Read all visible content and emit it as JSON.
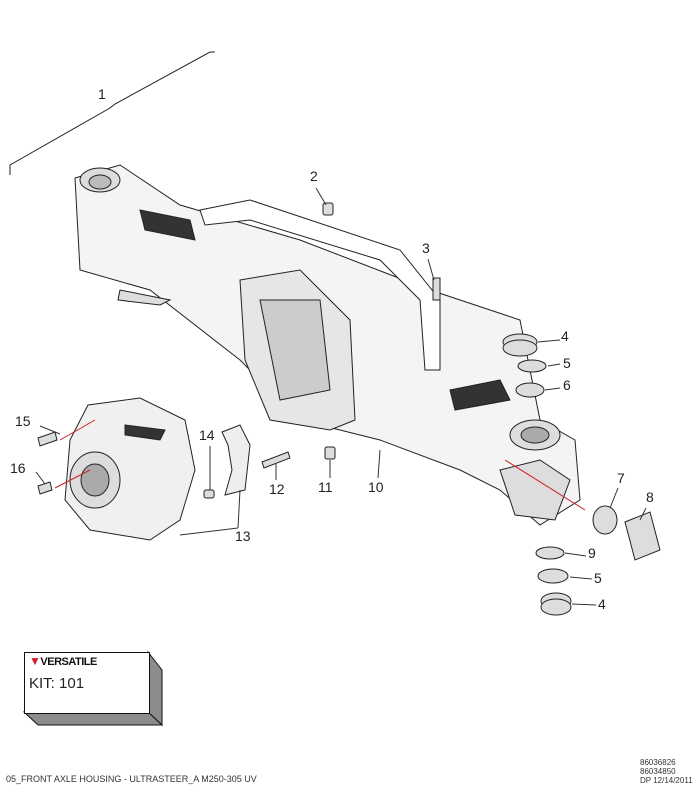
{
  "callouts": [
    "1",
    "2",
    "3",
    "4",
    "5",
    "6",
    "7",
    "8",
    "9",
    "5",
    "4",
    "10",
    "11",
    "12",
    "13",
    "14",
    "15",
    "16"
  ],
  "kit": {
    "brand": "VERSATILE",
    "label": "KIT:",
    "number": "101"
  },
  "footer": {
    "title": "05_FRONT AXLE HOUSING - ULTRASTEER_A M250-305 UV",
    "codes": [
      "86036826",
      "86034850",
      "DP 12/14/2011"
    ]
  },
  "colors": {
    "brand_red": "#d0202a",
    "line": "#222222",
    "shadow": "#8c8c8c"
  }
}
